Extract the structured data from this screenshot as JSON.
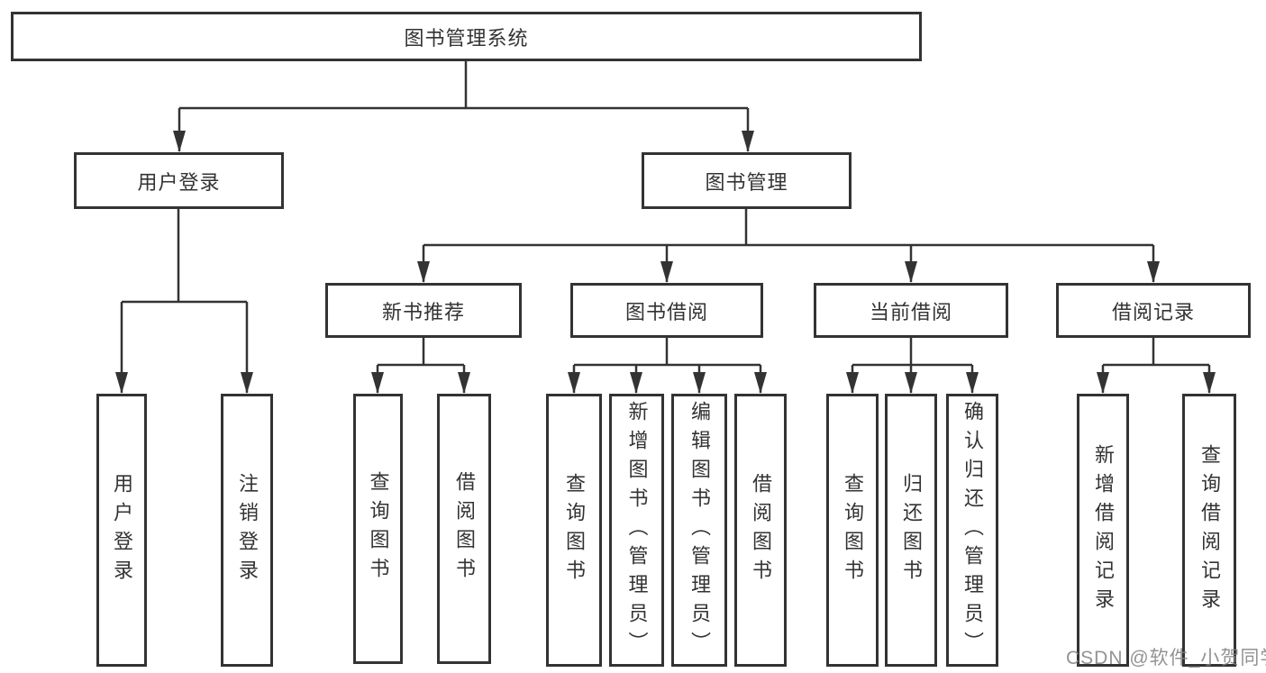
{
  "diagram": {
    "watermark": "CSDN @软件_小贺同学",
    "colors": {
      "line": "#333333",
      "box_border": "#333333",
      "box_fill": "#ffffff",
      "text": "#333333",
      "watermark": "#808080"
    },
    "nodes": {
      "root": {
        "label": "图书管理系统"
      },
      "user_login": {
        "label": "用户登录"
      },
      "book_management": {
        "label": "图书管理"
      },
      "new_book_recommend": {
        "label": "新书推荐"
      },
      "book_borrow": {
        "label": "图书借阅"
      },
      "current_borrow": {
        "label": "当前借阅"
      },
      "borrow_records": {
        "label": "借阅记录"
      },
      "leaf_user_login": {
        "label": "用户登录"
      },
      "leaf_logout": {
        "label": "注销登录"
      },
      "nb_query_books": {
        "label": "查询图书"
      },
      "nb_borrow_books": {
        "label": "借阅图书"
      },
      "bb_query_books": {
        "label": "查询图书"
      },
      "bb_add_books": {
        "label": "新增图书（管理员）"
      },
      "bb_edit_books": {
        "label": "编辑图书（管理员）"
      },
      "bb_borrow_books": {
        "label": "借阅图书"
      },
      "cb_query_books": {
        "label": "查询图书"
      },
      "cb_return_books": {
        "label": "归还图书"
      },
      "cb_confirm_return": {
        "label": "确认归还（管理员）"
      },
      "br_add_record": {
        "label": "新增借阅记录"
      },
      "br_query_record": {
        "label": "查询借阅记录"
      }
    }
  }
}
